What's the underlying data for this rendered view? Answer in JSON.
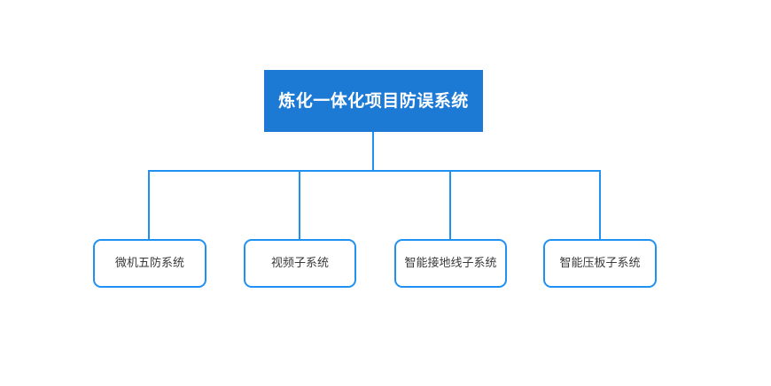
{
  "diagram": {
    "type": "org-chart",
    "background_color": "#ffffff",
    "root": {
      "label": "炼化一体化项目防误系统",
      "fill_color": "#1d7ad4",
      "text_color": "#ffffff"
    },
    "connector_color": "#1f91f3",
    "children": [
      {
        "label": "微机五防系统",
        "border_color": "#1f91f3",
        "text_color": "#3a3a3a"
      },
      {
        "label": "视频子系统",
        "border_color": "#1f91f3",
        "text_color": "#3a3a3a"
      },
      {
        "label": "智能接地线子系统",
        "border_color": "#1f91f3",
        "text_color": "#3a3a3a"
      },
      {
        "label": "智能压板子系统",
        "border_color": "#1f91f3",
        "text_color": "#3a3a3a"
      }
    ]
  }
}
